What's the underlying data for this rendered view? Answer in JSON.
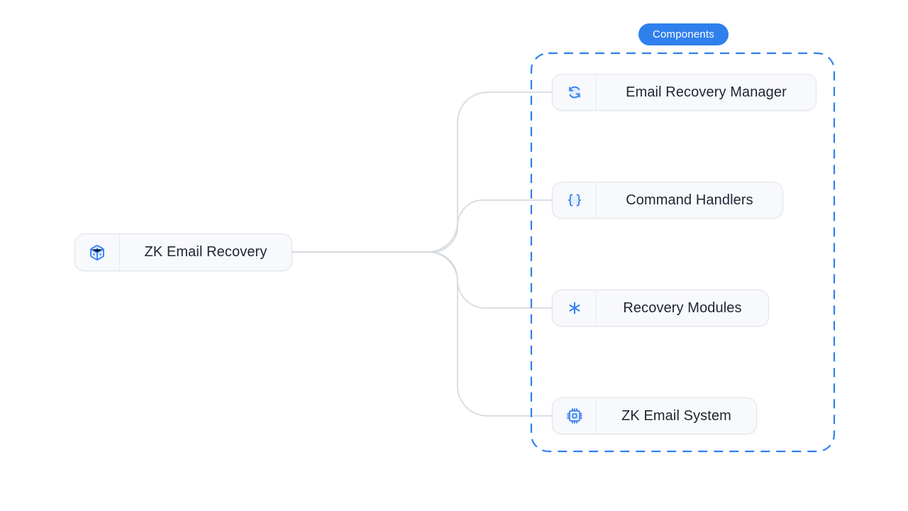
{
  "diagram": {
    "root_node": {
      "label": "ZK Email Recovery",
      "icon": "package-icon"
    },
    "components_group": {
      "badge_label": "Components",
      "items": [
        {
          "label": "Email Recovery Manager",
          "icon": "sync-icon"
        },
        {
          "label": "Command Handlers",
          "icon": "braces-icon"
        },
        {
          "label": "Recovery Modules",
          "icon": "asterisk-icon"
        },
        {
          "label": "ZK Email System",
          "icon": "chip-icon"
        }
      ]
    },
    "colors": {
      "accent_blue": "#2F80ED",
      "icon_blue": "#3B82F6",
      "icon_fill": "#DBEAFE",
      "connector_gray": "#D6DAE1",
      "node_background": "#F8F9FC",
      "node_border": "#DFE3EA",
      "label_text": "#1D2633",
      "badge_text": "#FFFFFF"
    }
  }
}
